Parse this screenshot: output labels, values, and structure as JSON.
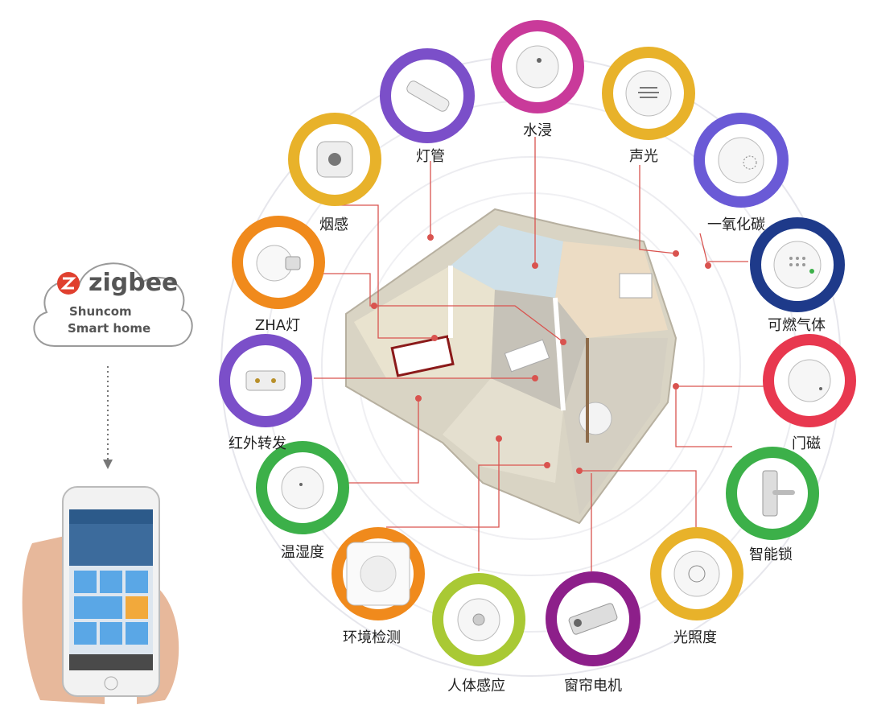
{
  "brand": {
    "logo_text": "zigbee",
    "company_line1": "Shuncom",
    "company_line2": "Smart home"
  },
  "phone": {
    "screen_title": "首页"
  },
  "colors": {
    "zigbee_red": "#e0402f",
    "line_red": "#d9534f",
    "ring_green": "#3cb049",
    "ring_purple": "#7b4fc9",
    "ring_magenta": "#c93a9a",
    "ring_gold": "#e8b22a",
    "ring_orange": "#f08a1c",
    "ring_navy": "#1e3a8a",
    "ring_red": "#e8384f",
    "ring_deep_purple": "#8d1f8a",
    "ring_lime": "#a9c934"
  },
  "sensors": [
    {
      "name": "smoke",
      "label": "烟感",
      "color": "#e8b22a"
    },
    {
      "name": "light-tube",
      "label": "灯管",
      "color": "#7b4fc9"
    },
    {
      "name": "water-leak",
      "label": "水浸",
      "color": "#c93a9a"
    },
    {
      "name": "sound-light",
      "label": "声光",
      "color": "#e8b22a"
    },
    {
      "name": "co",
      "label": "一氧化碳",
      "color": "#6a5ad6"
    },
    {
      "name": "gas",
      "label": "可燃气体",
      "color": "#1e3a8a"
    },
    {
      "name": "door",
      "label": "门磁",
      "color": "#e8384f"
    },
    {
      "name": "lock",
      "label": "智能锁",
      "color": "#3cb049"
    },
    {
      "name": "lux",
      "label": "光照度",
      "color": "#e8b22a"
    },
    {
      "name": "curtain",
      "label": "窗帘电机",
      "color": "#8d1f8a"
    },
    {
      "name": "pir",
      "label": "人体感应",
      "color": "#a9c934"
    },
    {
      "name": "env",
      "label": "环境检测",
      "color": "#f08a1c"
    },
    {
      "name": "temp-humidity",
      "label": "温湿度",
      "color": "#3cb049"
    },
    {
      "name": "ir",
      "label": "红外转发",
      "color": "#7b4fc9"
    },
    {
      "name": "zha-light",
      "label": "ZHA灯",
      "color": "#f08a1c"
    }
  ]
}
